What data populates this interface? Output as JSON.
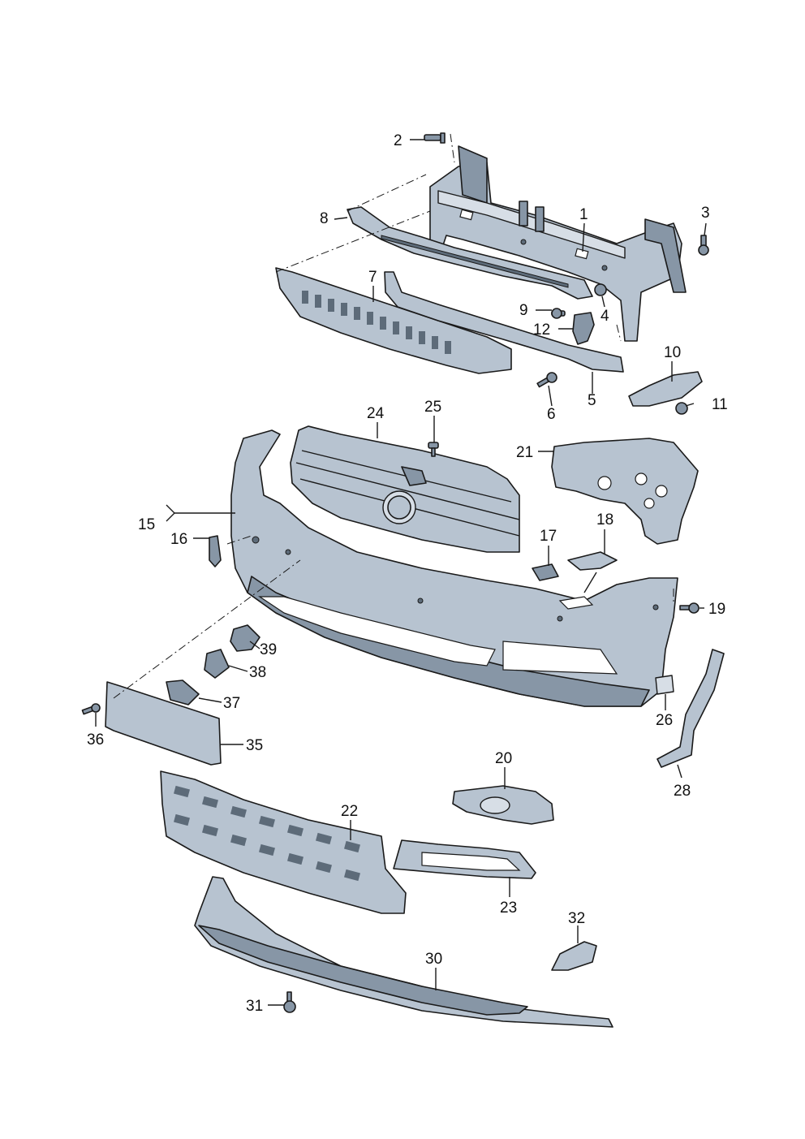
{
  "diagram": {
    "callouts": [
      "1",
      "2",
      "3",
      "4",
      "5",
      "6",
      "7",
      "8",
      "9",
      "10",
      "11",
      "12",
      "15",
      "16",
      "17",
      "18",
      "19",
      "20",
      "21",
      "22",
      "23",
      "24",
      "25",
      "26",
      "28",
      "30",
      "31",
      "32",
      "35",
      "36",
      "37",
      "38",
      "39"
    ]
  },
  "colors": {
    "part_fill": "#b7c3d0",
    "part_dark": "#8796a6",
    "outline": "#1a1a1a"
  }
}
